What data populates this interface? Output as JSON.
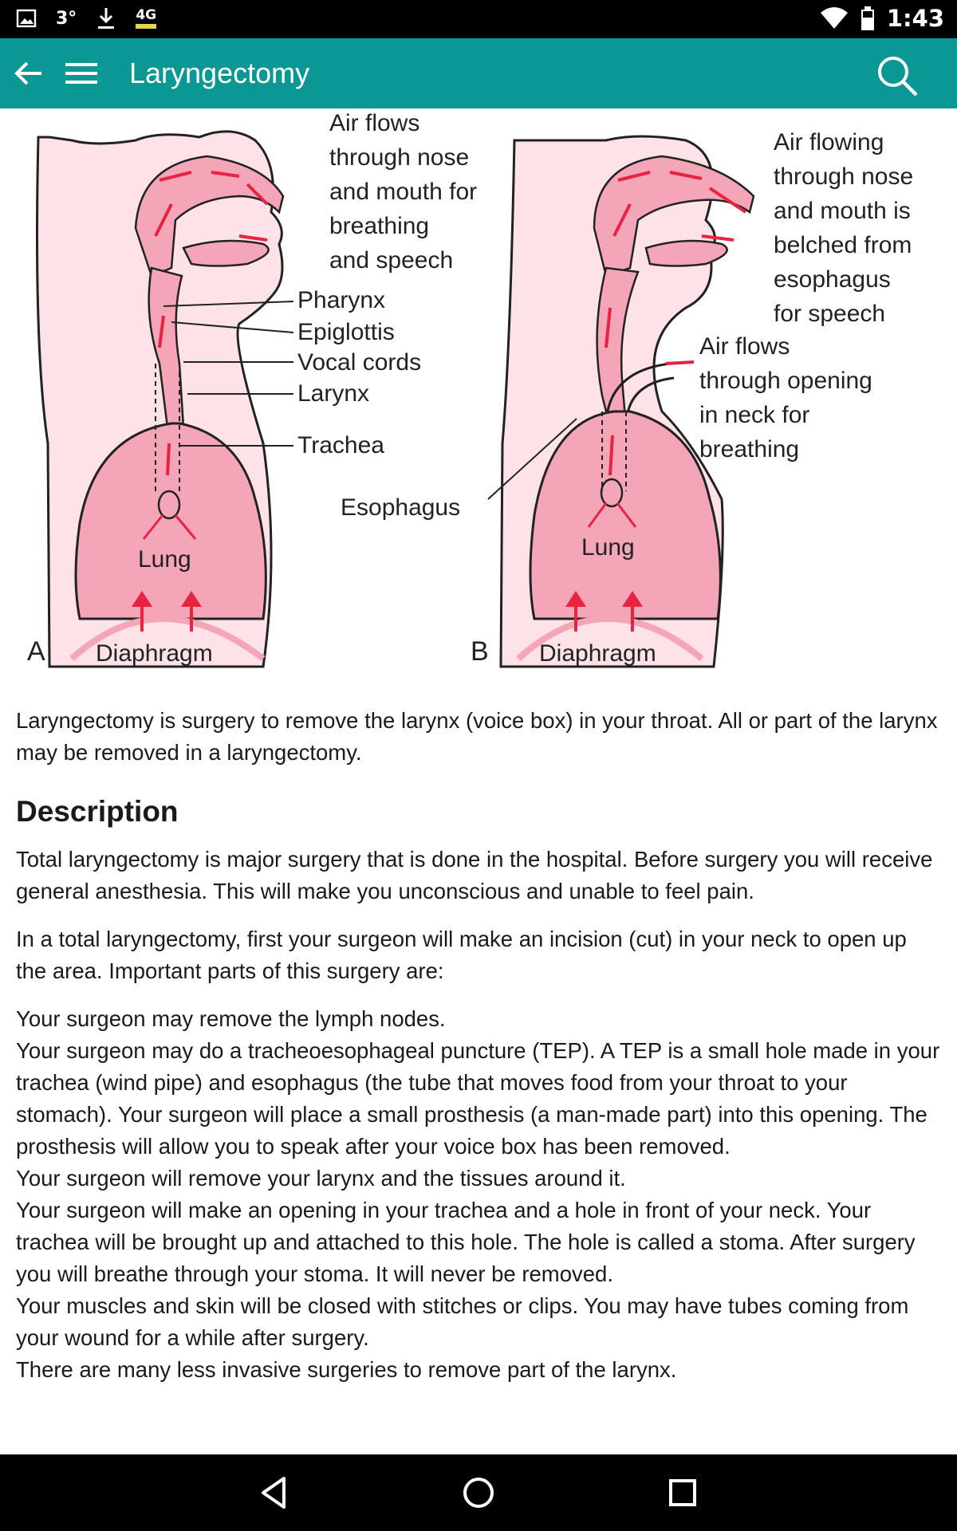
{
  "status_bar": {
    "temperature": "3°",
    "network": "4G",
    "time": "1:43",
    "icons": [
      "gallery-icon",
      "download-icon",
      "wifi-icon",
      "battery-icon"
    ]
  },
  "app_bar": {
    "title": "Laryngectomy",
    "icons": [
      "back-arrow-icon",
      "hamburger-menu-icon",
      "search-icon"
    ],
    "color": "#0b9793"
  },
  "figure": {
    "panel_a": {
      "letter": "A",
      "caption_lines": [
        "Air flows",
        "through nose",
        "and mouth for",
        "breathing",
        "and speech"
      ],
      "labels": {
        "pharynx": "Pharynx",
        "epiglottis": "Epiglottis",
        "vocal_cords": "Vocal cords",
        "larynx": "Larynx",
        "trachea": "Trachea",
        "lung": "Lung",
        "diaphragm": "Diaphragm"
      }
    },
    "panel_b": {
      "letter": "B",
      "caption_lines": [
        "Air flowing",
        "through nose",
        "and mouth is",
        "belched from",
        "esophagus",
        "for speech"
      ],
      "caption2_lines": [
        "Air flows",
        "through opening",
        "in neck for",
        "breathing"
      ],
      "labels": {
        "esophagus": "Esophagus",
        "lung": "Lung",
        "diaphragm": "Diaphragm"
      }
    },
    "colors": {
      "tissue": "#f4a6b8",
      "skin": "#fde3e8",
      "arrow": "#e8233f",
      "outline": "#222222"
    }
  },
  "article": {
    "intro": "Laryngectomy is surgery to remove the larynx (voice box) in your throat. All or part of the larynx may be removed in a laryngectomy.",
    "heading": "Description",
    "p1": "Total laryngectomy is major surgery that is done in the hospital. Before surgery you will receive general anesthesia. This will make you unconscious and unable to feel pain.",
    "p2": "In a total laryngectomy, first your surgeon will make an incision (cut) in your neck to open up the area. Important parts of this surgery are:",
    "list": [
      "Your surgeon may remove the lymph nodes.",
      "Your surgeon may do a tracheoesophageal puncture (TEP). A TEP is a small hole made in your trachea (wind pipe) and esophagus (the tube that moves food from your throat to your stomach). Your surgeon will place a small prosthesis (a man-made part) into this opening. The prosthesis will allow you to speak after your voice box has been removed.",
      "Your surgeon will remove your larynx and the tissues around it.",
      "Your surgeon will make an opening in your trachea and a hole in front of your neck. Your trachea will be brought up and attached to this hole. The hole is called a stoma. After surgery you will breathe through your stoma. It will never be removed.",
      "Your muscles and skin will be closed with stitches or clips. You may have tubes coming from your wound for a while after surgery.",
      "There are many less invasive surgeries to remove part of the larynx."
    ]
  },
  "nav_bar": {
    "icons": [
      "back-triangle-icon",
      "home-circle-icon",
      "recents-square-icon"
    ]
  }
}
